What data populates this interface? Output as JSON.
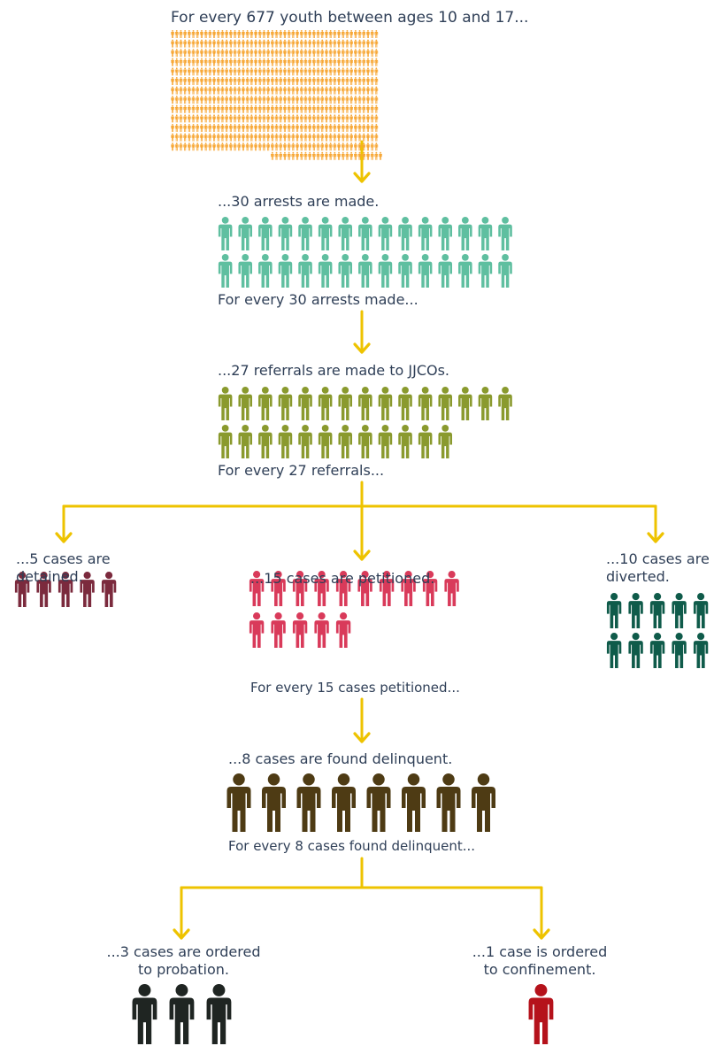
{
  "colors": {
    "arrow": "#eec300",
    "text": "#2f3f57",
    "youth": "#f7a735",
    "arrests": "#5fbfa0",
    "referrals": "#8a9a2e",
    "detained": "#7b2a3d",
    "petitioned": "#d93a5a",
    "diverted": "#0f5b4a",
    "delinquent": "#4e3b14",
    "probation": "#1f2522",
    "confinement": "#b5121b"
  },
  "icon": "person-icon",
  "texts": {
    "youth_intro": "For every 677 youth between ages 10 and 17...",
    "arrests_result": "...30 arrests are made.",
    "arrests_intro": "For every 30 arrests made...",
    "referrals_result": "...27 referrals are made to JJCOs.",
    "referrals_intro": "For every 27 referrals...",
    "detained_line1": "...5 cases are",
    "detained_line2": "detained.",
    "petitioned_result": "...15 cases are petitioned.",
    "diverted_line1": "...10 cases are",
    "diverted_line2": "diverted.",
    "petitioned_intro": "For every 15 cases petitioned...",
    "delinquent_result": "...8 cases are found delinquent.",
    "delinquent_intro": "For every 8 cases found delinquent...",
    "probation_line1": "...3 cases are ordered",
    "probation_line2": "to probation.",
    "confinement_line1": "...1 case is ordered",
    "confinement_line2": "to confinement."
  },
  "groups": [
    {
      "key": "youth",
      "count": 677,
      "color": "youth"
    },
    {
      "key": "arrests",
      "count": 30,
      "color": "arrests"
    },
    {
      "key": "referrals",
      "count": 27,
      "color": "referrals"
    },
    {
      "key": "detained",
      "count": 5,
      "color": "detained"
    },
    {
      "key": "petitioned",
      "count": 15,
      "color": "petitioned"
    },
    {
      "key": "diverted",
      "count": 10,
      "color": "diverted"
    },
    {
      "key": "delinquent",
      "count": 8,
      "color": "delinquent"
    },
    {
      "key": "probation",
      "count": 3,
      "color": "probation"
    },
    {
      "key": "confinement",
      "count": 1,
      "color": "confinement"
    }
  ]
}
